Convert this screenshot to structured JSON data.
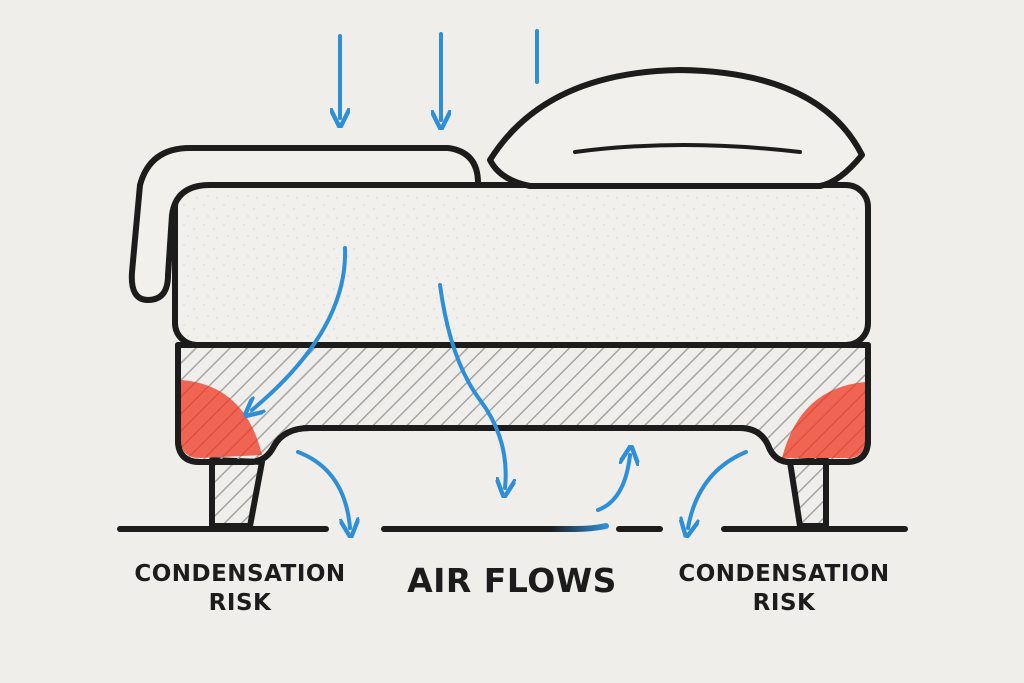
{
  "labels": {
    "left_line1": "CONDENSATION",
    "left_line2": "RISK",
    "center": "AIR FLOWS",
    "right_line1": "CONDENSATION",
    "right_line2": "RISK"
  },
  "colors": {
    "background": "#efeeea",
    "outline": "#1c1c1c",
    "arrow": "#2f8fd6",
    "risk": "#ef6452",
    "hatch": "#9a9a9a"
  },
  "icons": {
    "pillow": "pillow-icon",
    "blanket": "blanket-icon",
    "mattress": "mattress-icon",
    "base": "bed-base-icon",
    "arrow": "airflow-arrow-icon"
  }
}
